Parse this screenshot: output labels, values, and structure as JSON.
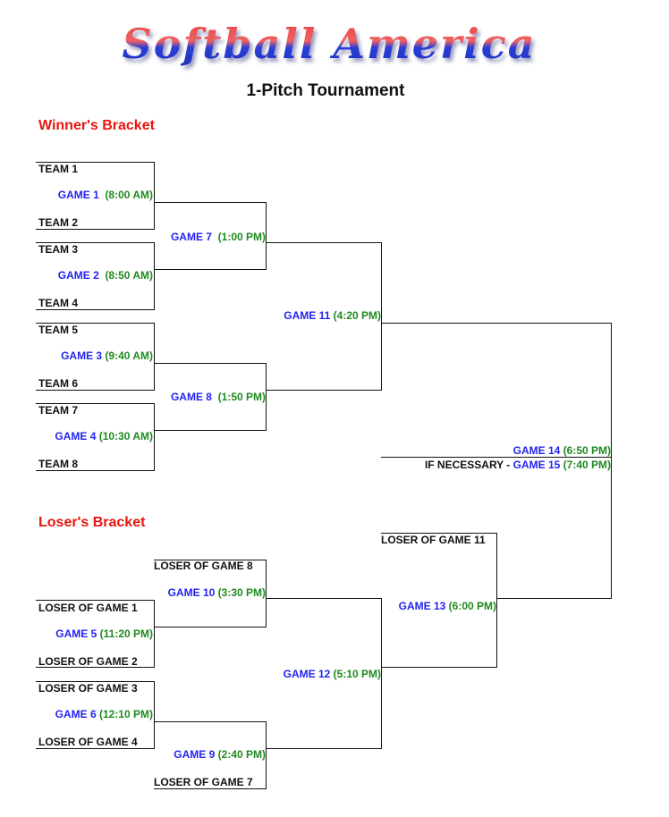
{
  "logo": "Softball America",
  "title": "1-Pitch Tournament",
  "winners_header": "Winner's Bracket",
  "losers_header": "Loser's Bracket",
  "teams": {
    "t1": "TEAM 1",
    "t2": "TEAM 2",
    "t3": "TEAM 3",
    "t4": "TEAM 4",
    "t5": "TEAM 5",
    "t6": "TEAM 6",
    "t7": "TEAM 7",
    "t8": "TEAM 8",
    "l8": "LOSER OF GAME 8",
    "l1": "LOSER OF GAME 1",
    "l2": "LOSER OF GAME 2",
    "l3": "LOSER OF GAME 3",
    "l4": "LOSER OF GAME 4",
    "l7": "LOSER OF GAME 7",
    "l11": "LOSER OF GAME 11"
  },
  "games": {
    "g1": {
      "name": "GAME 1",
      "time": "(8:00 AM)"
    },
    "g2": {
      "name": "GAME 2",
      "time": "(8:50 AM)"
    },
    "g3": {
      "name": "GAME 3",
      "time": "(9:40 AM)"
    },
    "g4": {
      "name": "GAME 4",
      "time": "(10:30 AM)"
    },
    "g5": {
      "name": "GAME 5",
      "time": "(11:20 PM)"
    },
    "g6": {
      "name": "GAME 6",
      "time": "(12:10 PM)"
    },
    "g7": {
      "name": "GAME 7",
      "time": "(1:00 PM)"
    },
    "g8": {
      "name": "GAME 8",
      "time": "(1:50 PM)"
    },
    "g9": {
      "name": "GAME 9",
      "time": "(2:40 PM)"
    },
    "g10": {
      "name": "GAME 10",
      "time": "(3:30 PM)"
    },
    "g11": {
      "name": "GAME 11",
      "time": "(4:20 PM)"
    },
    "g12": {
      "name": "GAME 12",
      "time": "(5:10 PM)"
    },
    "g13": {
      "name": "GAME 13",
      "time": "(6:00 PM)"
    },
    "g14": {
      "name": "GAME 14",
      "time": "(6:50 PM)"
    },
    "g15": {
      "prefix": "IF NECESSARY - ",
      "name": "GAME 15",
      "time": "(7:40 PM)"
    }
  },
  "colors": {
    "header": "#e8150f",
    "game": "#2323f0",
    "time": "#1f8a1f"
  }
}
